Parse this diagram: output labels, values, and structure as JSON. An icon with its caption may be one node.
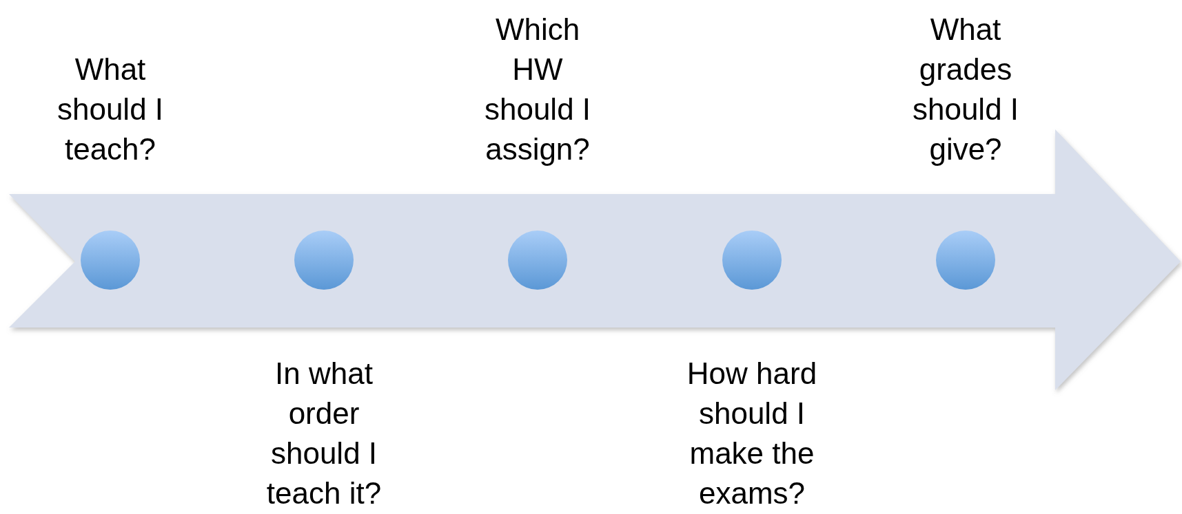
{
  "diagram": {
    "nodes": [
      {
        "text": [
          "What should I teach?"
        ]
      },
      {
        "text": [
          "In what order should I teach it?"
        ]
      },
      {
        "text": [
          "Which HW should I assign?"
        ]
      },
      {
        "text": [
          "How hard should I make the exams?"
        ]
      },
      {
        "text": [
          "What grades should I give?"
        ]
      }
    ]
  }
}
